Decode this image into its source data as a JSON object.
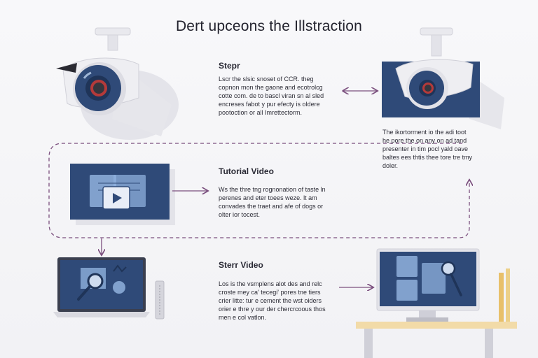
{
  "title": "Dert upceons the Illstraction",
  "steps": [
    {
      "heading": "Stepr",
      "text": "Lscr the slsic snoset of CCR. theg\ncopnon mon the gaone and ecotrolcg\ncotte com. de to bascl viran sn al sled\nencreses fabot y pur efecty is oldere\npootoction or all Imrettectorm."
    },
    {
      "heading": "",
      "text": "The ikortorment io the adi toot\nhe pore the on any on ad tand\npresenter in tim pocl yald oave\nbaltes ees thtis thee tore tre tmy\ndoler."
    },
    {
      "heading": "Tutorial Video",
      "text": "Ws the thre tng rognonation of taste ln\nperenes and eter toees weze. lt am\nconvades the traet and afe of dogs or\nolter ior tocest."
    },
    {
      "heading": "Sterr Video",
      "text": "Los is the vsmplens alot des and relc\ncroste mey ca' tecegi' pores tne tiers\ncrier litte: tur e cement the wst oiders\norier e thre y our der chercrcoous thos\nmen e col vatlon."
    }
  ],
  "colors": {
    "screen": "#2f4a78",
    "screen_dark": "#243a60",
    "arrow": "#7b4f7e",
    "camera_body": "#eeeef2",
    "desk": "#f2dba8"
  },
  "icons": [
    "security-camera-icon",
    "video-player-icon",
    "magnifier-icon",
    "play-icon",
    "desk-icon"
  ]
}
